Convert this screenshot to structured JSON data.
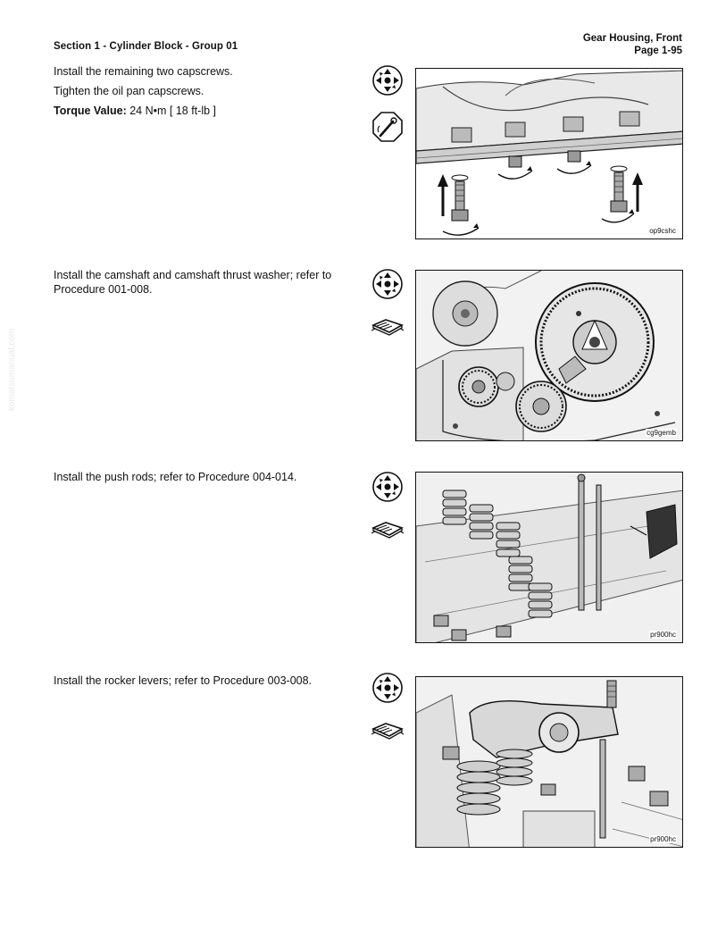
{
  "header": {
    "section": "Section 1 - Cylinder Block - Group 01",
    "title": "Gear Housing, Front",
    "page": "Page 1-95"
  },
  "steps": [
    {
      "lines": [
        "Install the remaining two capscrews.",
        "Tighten the oil pan capscrews."
      ],
      "torque_label": "Torque Value:",
      "torque_value": "24 N•m  [ 18 ft-lb ]",
      "icons": [
        "wrench-install-icon",
        "torque-wrench-icon"
      ],
      "figure_code": "op9cshc"
    },
    {
      "lines": [
        "Install the camshaft and camshaft thrust washer; refer to Procedure 001-008."
      ],
      "icons": [
        "wrench-install-icon",
        "manual-reference-icon"
      ],
      "figure_code": "cg9gemb"
    },
    {
      "lines": [
        "Install the push rods; refer to Procedure 004-014."
      ],
      "icons": [
        "wrench-install-icon",
        "manual-reference-icon"
      ],
      "figure_code": "pr900hc"
    },
    {
      "lines": [
        "Install the rocker levers; refer to Procedure 003-008."
      ],
      "icons": [
        "wrench-install-icon",
        "manual-reference-icon"
      ],
      "figure_code": "pr900hc"
    }
  ]
}
